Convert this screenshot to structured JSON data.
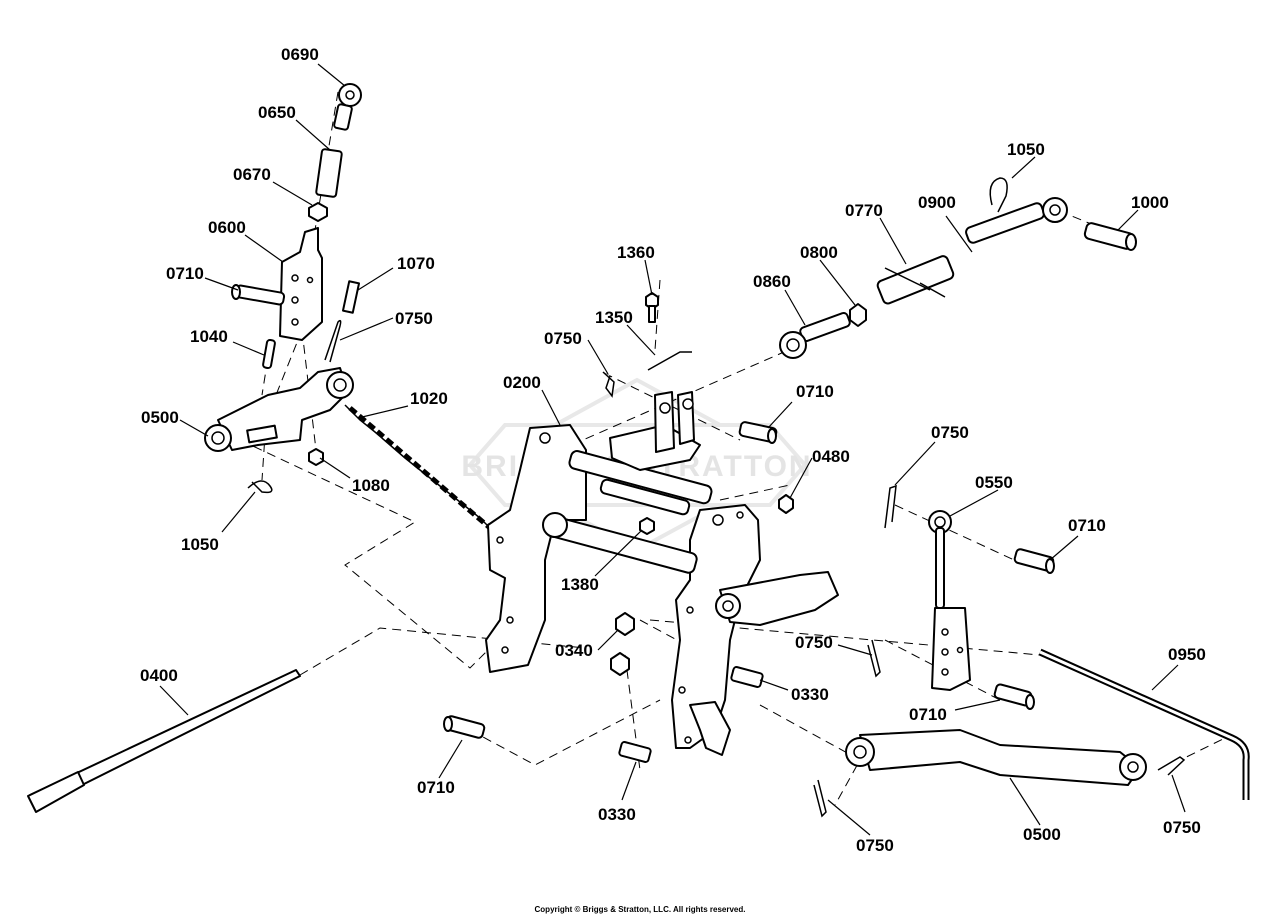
{
  "watermark": {
    "text": "BRIGGS & STRATTON"
  },
  "copyright": "Copyright © Briggs & Stratton, LLC. All rights reserved.",
  "callouts": [
    {
      "id": "c-0690",
      "label": "0690"
    },
    {
      "id": "c-0650",
      "label": "0650"
    },
    {
      "id": "c-0670",
      "label": "0670"
    },
    {
      "id": "c-0600",
      "label": "0600"
    },
    {
      "id": "c-0710a",
      "label": "0710"
    },
    {
      "id": "c-1070",
      "label": "1070"
    },
    {
      "id": "c-0750a",
      "label": "0750"
    },
    {
      "id": "c-1040",
      "label": "1040"
    },
    {
      "id": "c-1020",
      "label": "1020"
    },
    {
      "id": "c-0500a",
      "label": "0500"
    },
    {
      "id": "c-1080",
      "label": "1080"
    },
    {
      "id": "c-1050a",
      "label": "1050"
    },
    {
      "id": "c-1360",
      "label": "1360"
    },
    {
      "id": "c-1350",
      "label": "1350"
    },
    {
      "id": "c-0750b",
      "label": "0750"
    },
    {
      "id": "c-0200",
      "label": "0200"
    },
    {
      "id": "c-0710b",
      "label": "0710"
    },
    {
      "id": "c-0480",
      "label": "0480"
    },
    {
      "id": "c-1380",
      "label": "1380"
    },
    {
      "id": "c-1050b",
      "label": "1050"
    },
    {
      "id": "c-0770",
      "label": "0770"
    },
    {
      "id": "c-0900",
      "label": "0900"
    },
    {
      "id": "c-1000",
      "label": "1000"
    },
    {
      "id": "c-0800",
      "label": "0800"
    },
    {
      "id": "c-0860",
      "label": "0860"
    },
    {
      "id": "c-0750c",
      "label": "0750"
    },
    {
      "id": "c-0550",
      "label": "0550"
    },
    {
      "id": "c-0710c",
      "label": "0710"
    },
    {
      "id": "c-0340",
      "label": "0340"
    },
    {
      "id": "c-0330a",
      "label": "0330"
    },
    {
      "id": "c-0750d",
      "label": "0750"
    },
    {
      "id": "c-0710d",
      "label": "0710"
    },
    {
      "id": "c-0950",
      "label": "0950"
    },
    {
      "id": "c-0400",
      "label": "0400"
    },
    {
      "id": "c-0710e",
      "label": "0710"
    },
    {
      "id": "c-0330b",
      "label": "0330"
    },
    {
      "id": "c-0750e",
      "label": "0750"
    },
    {
      "id": "c-0500b",
      "label": "0500"
    },
    {
      "id": "c-0750f",
      "label": "0750"
    }
  ]
}
